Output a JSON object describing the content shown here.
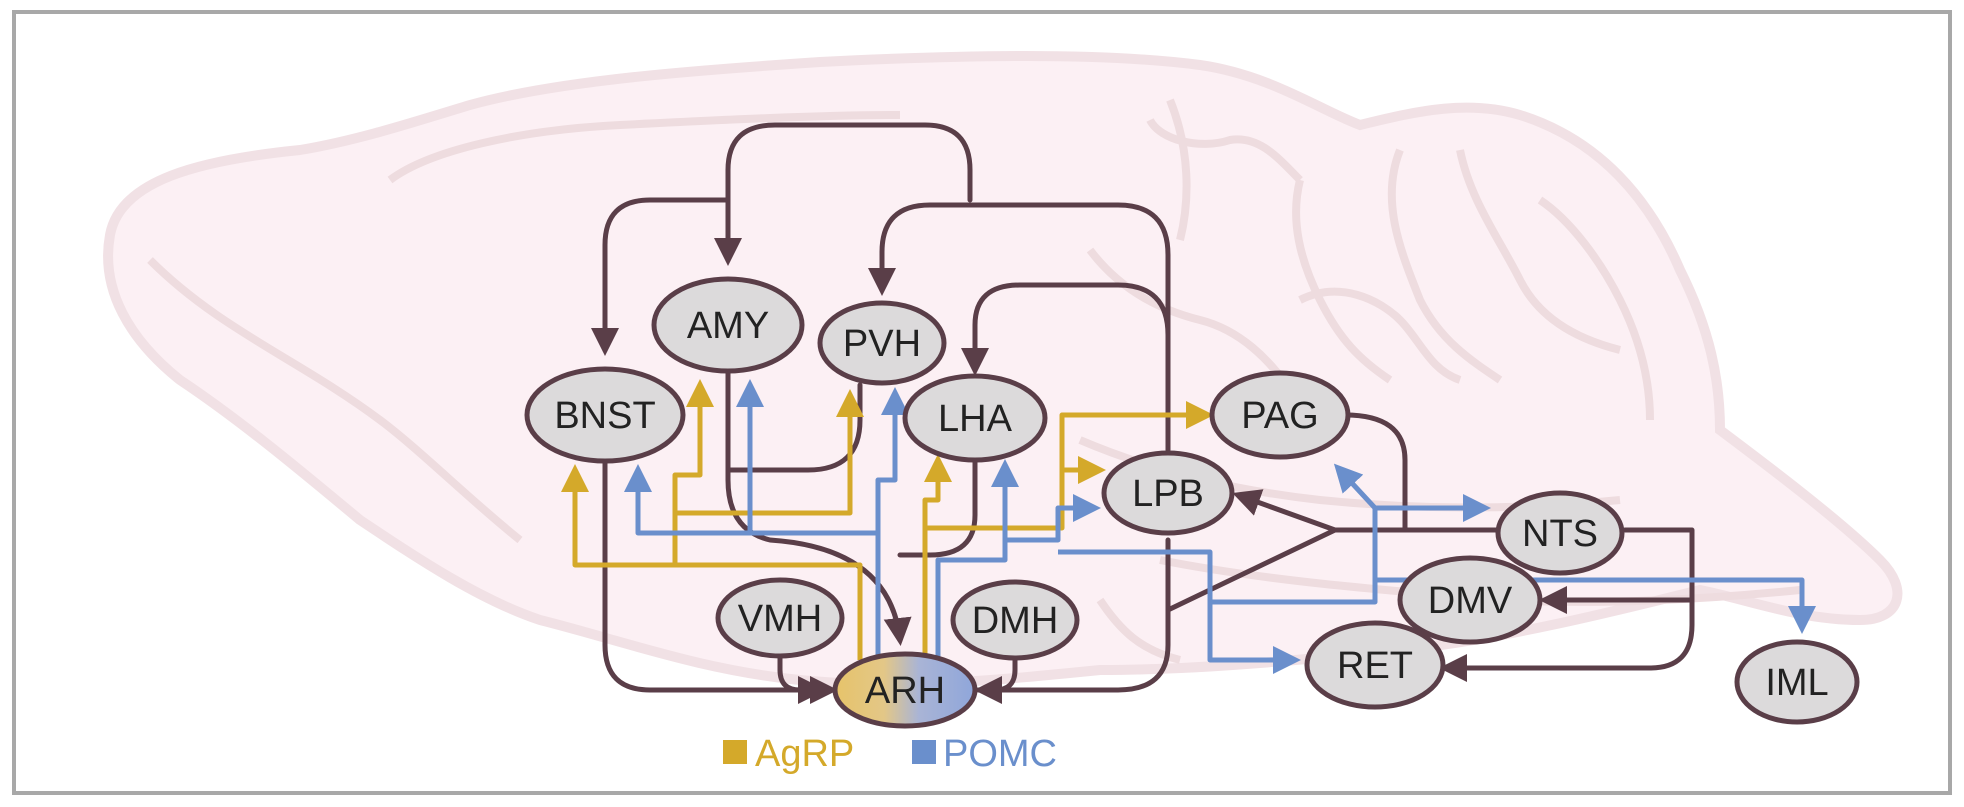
{
  "nodes": {
    "bnst": "BNST",
    "amy": "AMY",
    "pvh": "PVH",
    "lha": "LHA",
    "pag": "PAG",
    "lpb": "LPB",
    "nts": "NTS",
    "dmv": "DMV",
    "ret": "RET",
    "iml": "IML",
    "vmh": "VMH",
    "dmh": "DMH",
    "arh": "ARH"
  },
  "legend": {
    "agrp": "AgRP",
    "pomc": "POMC"
  },
  "colors": {
    "agrp": "#d4a92a",
    "pomc": "#6a8fcc",
    "neural_path": "#5a3e48",
    "node_fill": "#dcdadb",
    "node_stroke": "#5a3e48",
    "brain_fill": "#fcf0f4",
    "brain_stroke": "#eedcdf",
    "frame": "#a8a8a8"
  },
  "icons": {
    "background": "mouse-brain-sagittal-outline",
    "agrp_swatch": "yellow-square",
    "pomc_swatch": "blue-square"
  }
}
